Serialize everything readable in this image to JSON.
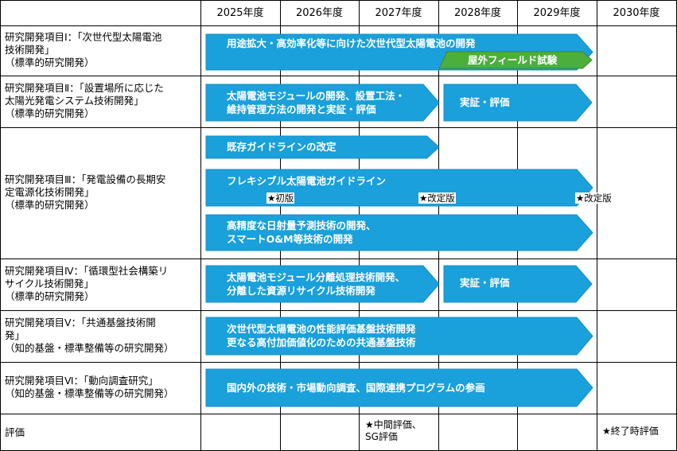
{
  "years": [
    "2025年度",
    "2026年度",
    "2027年度",
    "2028年度",
    "2029年度",
    "2030年度"
  ],
  "items": [
    "研究開発項目Ⅰ：「次世代型太陽電池\n技術開発」\n（標準的研究開発）",
    "研究開発項目Ⅱ：「設置場所に応じた\n太陽光発電システム技術開発」\n（標準的研究開発）",
    "研究開発項目Ⅲ：「発電設備の長期安\n定電源化技術開発」\n（標準的研究開発）",
    "研究開発項目Ⅳ：「循環型社会構築リ\nサイクル技術開発」\n（標準的研究開発）",
    "研究開発項目Ⅴ：「共通基盤技術開\n発」\n（知的基盤・標準整備等の研究開発）",
    "研究開発項目Ⅵ：「動向調査研究」\n（知的基盤・標準整備等の研究開発）",
    "評価"
  ],
  "arrows": {
    "a1": "用途拡大・高効率化等に向けた次世代型太陽電池の開発",
    "a1b": "屋外フィールド試験",
    "a2": "太陽電池モジュールの開発、設置工法・\n維持管理方法の開発と実証・評価",
    "a2b": "実証・評価",
    "a3": "既存ガイドラインの改定",
    "a4": "フレキシブル太陽電池ガイドライン",
    "a5": "高精度な日射量予測技術の開発、\nスマートO&M等技術の開発",
    "a6": "太陽電池モジュール分離処理技術開発、\n分離した資源リサイクル技術開発",
    "a6b": "実証・評価",
    "a7": "次世代型太陽電池の性能評価基盤技術開発\n更なる高付加価値化のための共通基盤技術",
    "a8": "国内外の技術・市場動向調査、国際連携プログラムの参画"
  },
  "stars": {
    "s1": "★初版",
    "s2": "★改定版",
    "s3": "★改定版"
  },
  "evaluation": {
    "mid": "★中間評価、\nSG評価",
    "final": "★終了時評価"
  },
  "colors": {
    "arrow_blue": "#1aa0db",
    "arrow_green": "#4caf3c",
    "grid": "#000000"
  }
}
